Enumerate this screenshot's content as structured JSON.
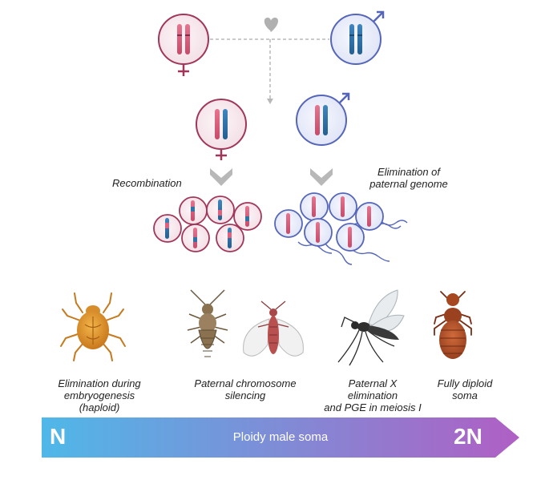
{
  "labels": {
    "recombination": "Recombination",
    "elimination_paternal_line1": "Elimination of",
    "elimination_paternal_line2": "paternal genome",
    "organism_1_line1": "Elimination during",
    "organism_1_line2": "embryogenesis",
    "organism_1_line3": "(haploid)",
    "organism_2_line1": "Paternal chromosome",
    "organism_2_line2": "silencing",
    "organism_3_line1": "Paternal  X",
    "organism_3_line2": "elimination",
    "organism_3_line3": "and PGE in meiosis I",
    "organism_4_line1": "Fully diploid",
    "organism_4_line2": "soma"
  },
  "ploidy_bar": {
    "left_label": "N",
    "title": "Ploidy male soma",
    "right_label": "2N",
    "color_start": "#4fb8e8",
    "color_end": "#b05fc4"
  },
  "colors": {
    "female": "#a0375a",
    "male": "#5566b8",
    "maternal_chromosome": "#e0607e",
    "paternal_chromosome": "#2f72a8",
    "arrow_gray": "#b8b8b8",
    "heart_gray": "#b0b0b0"
  },
  "icons": [
    "female-symbol-icon",
    "male-symbol-icon",
    "heart-icon",
    "chevron-down-icon",
    "mite-icon",
    "thrips-icon",
    "aphid-icon",
    "fly-icon",
    "louse-icon"
  ]
}
